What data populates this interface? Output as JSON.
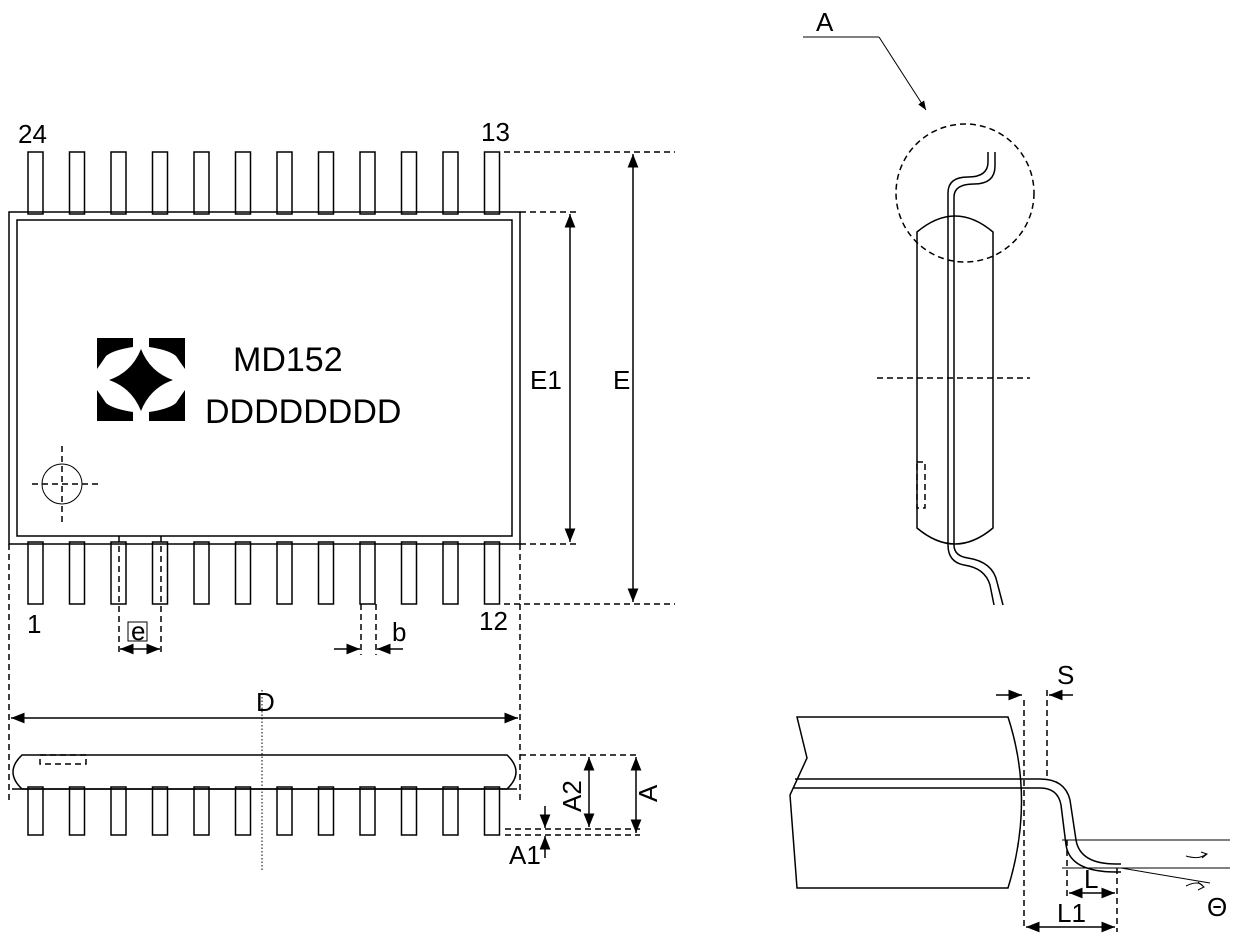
{
  "marking": {
    "line1": "MD152",
    "line2": "DDDDDDDD"
  },
  "pins": {
    "top_left": "24",
    "top_right": "13",
    "bottom_left": "1",
    "bottom_right": "12"
  },
  "labels": {
    "E1": "E1",
    "E": "E",
    "e": "e",
    "b": "b",
    "D": "D",
    "A2": "A2",
    "A": "A",
    "A1": "A1",
    "detail": "A",
    "S": "S",
    "L": "L",
    "L1": "L1",
    "theta": "Θ"
  },
  "lead_count_per_side": 12
}
